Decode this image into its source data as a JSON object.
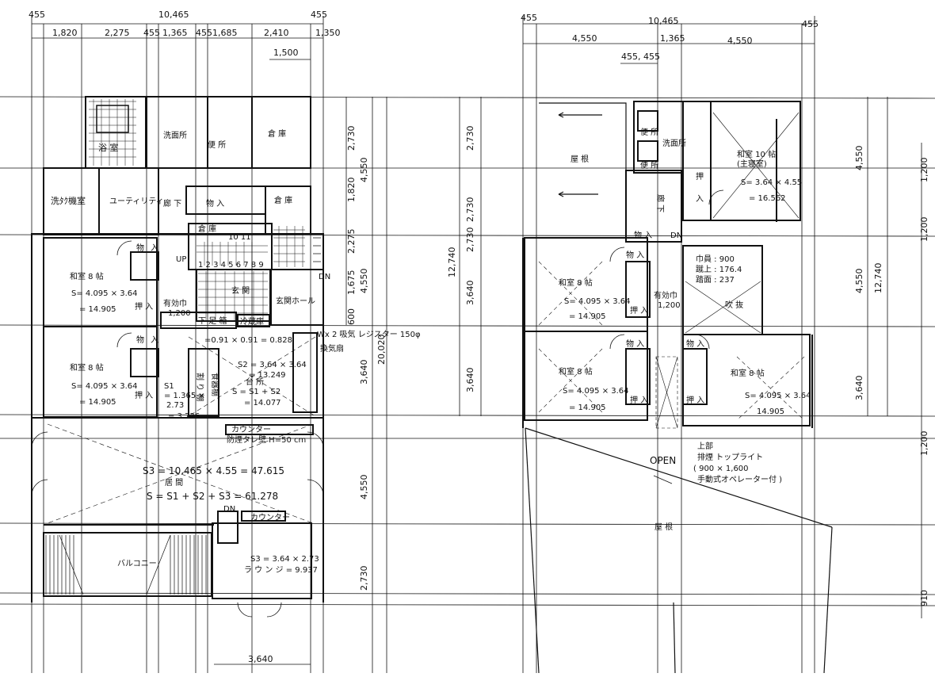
{
  "plan_1f": {
    "top_dims": {
      "d1": "455",
      "d2": "10,465",
      "d3": "455",
      "s1": "1,820",
      "s2": "2,275",
      "s3": "455",
      "s4": "1,365",
      "s5": "455",
      "s6": "1,685",
      "s7": "2,410",
      "s8": "1,350",
      "s9": "1,500"
    },
    "right_dims": {
      "r1": "2,730",
      "r2": "4,550",
      "r3": "1,820",
      "r4": "2,275",
      "r5": "4,550",
      "r6": "1,675",
      "r7": "600",
      "r8": "3,640",
      "r9": "4,550",
      "r10": "2,730",
      "r11": "20,020",
      "r12": "12,740",
      "r13": "2,730",
      "r14": "3,640",
      "r15": "3,640"
    },
    "rooms": {
      "bath": "浴 室",
      "washroom": "洗面所",
      "toilet": "便 所",
      "storage_ne": "倉 庫",
      "laundry": "洗ﾀｸ機室",
      "utility": "ユーティリティ",
      "hallway": "廊 下",
      "closet": "物 入",
      "storage2": "倉 庫",
      "storage3": "倉 庫",
      "up": "UP",
      "steps": "1 2 3 4 5 6 7 8 9",
      "step10": "10 11",
      "dn": "DN",
      "entry": "玄 関",
      "entry_hall": "玄関ホール",
      "closet_a": "物",
      "closet_b": "入",
      "closet_c": "物",
      "closet_d": "入",
      "room1_name": "和室 8 帖",
      "room1_area": "S= 4.095 × 3.64",
      "room1_val": "= 14.905",
      "room2_name": "和室 8 帖",
      "room2_area": "S= 4.095 × 3.64",
      "room2_val": "= 14.905",
      "oshi1": "押 入",
      "oshi2": "押 入",
      "eff_width": "有効巾",
      "eff_val": "1,200",
      "shoe": "下 足 箱",
      "stor4": "冷蔵庫",
      "s1_formula": "S1",
      "s1_calc": "= 1.365 ×",
      "s1_calc2": "2.73",
      "s1_val": "= 3.726",
      "pantry_a": "食器棚",
      "pantry_b": "割 り 棚",
      "kitchen": "台 所",
      "k_calc": "S2 = 3.64 × 3.64",
      "k_val": "= 13.249",
      "k_sum": "S = S1 + S2",
      "k_total": "= 14.077",
      "vent_note": "=0.91 × 0.91 = 0.828",
      "duct_note": "Wx 2 吸気 レジスター 150φ",
      "exhaust": "換気扇",
      "counter_text": "カウンター",
      "smoke_wall": "防煙タレ壁 H=50 cm",
      "living_calc": "S3 = 10.465 × 4.55 = 47.615",
      "living": "居 間",
      "total_calc": "S = S1 + S2 + S3 = 61.278",
      "counter2": "カウンター",
      "dn2": "DN",
      "balcony": "バルコニー",
      "lounge_calc": "S3 = 3.64 × 2.73",
      "lounge": "ラ ウ ン ジ = 9.937",
      "bottom_dim": "3,640"
    }
  },
  "plan_2f": {
    "top_dims": {
      "d1": "455",
      "d2": "10,465",
      "d3": "455",
      "s1": "4,550",
      "s2": "1,365",
      "s3": "4,550",
      "s4": "455, 455"
    },
    "side_dims": {
      "r1": "2,730",
      "r2": "2,730",
      "r3": "3,640",
      "r4": "3,640",
      "r5": "12,740",
      "f1": "4,550",
      "f2": "4,550",
      "f3": "12,740",
      "f4": "3,640",
      "g1": "1,200",
      "g2": "1,200",
      "g3": "1,200",
      "g4": "910"
    },
    "rooms": {
      "roof1": "屋 根",
      "wash": "洗面所",
      "toilet": "便 所",
      "toilet2": "便 所",
      "master": "和室 10 帖",
      "master_sub": "(主寝室)",
      "master_area": "S= 3.64 × 4.55",
      "master_val": "= 16.562",
      "oshi_a": "押",
      "oshi_b": "入",
      "hall": "廊 下",
      "closet": "物 入",
      "dn": "DN",
      "stair_w": "巾員 : 900",
      "stair_r": "蹴上 : 176.4",
      "stair_t": "踏面 : 237",
      "void": "吹 抜",
      "eff": "有効巾",
      "eff_val": "1,200",
      "r1_name": "和室 8 帖",
      "r1_area": "S= 4.095 × 3.64",
      "r1_val": "= 14.905",
      "r2_name": "和室 8 帖",
      "r2_area": "S= 4.095 × 3.64",
      "r2_val": "= 14.905",
      "r3_name": "和室 8 帖",
      "r3_area": "S= 4.095 × 3.64",
      "r3_val": "14.905",
      "oshi_r1": "押 入",
      "oshi_r2": "押 入",
      "oshi_r3": "押 入",
      "tana1": "物 入",
      "tana2": "物 入",
      "tana3": "物 入",
      "open": "OPEN",
      "top_note1": "上部",
      "top_note2": "排煙 トップライト",
      "top_note3": "( 900 × 1,600",
      "top_note4": "手動式オペレーター付 )",
      "roof2": "屋 根"
    }
  }
}
